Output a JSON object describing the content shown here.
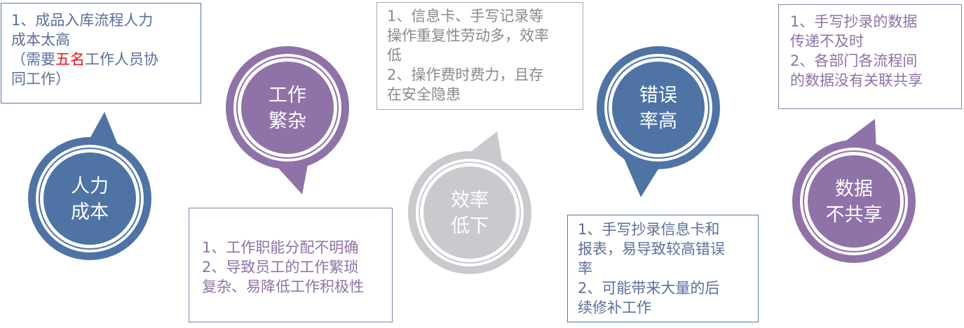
{
  "colors": {
    "blue": "#4e73a4",
    "purple": "#8f72a8",
    "gray": "#c9c9ce",
    "blue_border": "#5478a6",
    "purple_border": "#9679ad",
    "gray_border": "#a9a9a9",
    "box_text": "#5a6f9c",
    "highlight": "#e8141b"
  },
  "circles": [
    {
      "label": "人力\n成本"
    },
    {
      "label": "工作\n繁杂"
    },
    {
      "label": "效率\n低下"
    },
    {
      "label": "错误\n率高"
    },
    {
      "label": "数据\n不共享"
    }
  ],
  "boxes": {
    "manpower": {
      "before": "1、成品入库流程人力\n成本太高\n（需要",
      "highlight": "五名",
      "after": "工作人员协\n同工作）"
    },
    "complex": {
      "text": "1、工作职能分配不明确\n2、导致员工的工作繁琐\n复杂、易降低工作积极性"
    },
    "efficiency": {
      "text": "1、信息卡、手写记录等\n操作重复性劳动多，效率\n低\n2、操作费时费力，且存\n在安全隐患"
    },
    "error": {
      "text": "1、手写抄录信息卡和\n报表，易导致较高错误\n率\n2、可能带来大量的后\n续修补工作"
    },
    "sharing": {
      "text": "1、手写抄录的数据\n传递不及时\n2、各部门各流程间\n的数据没有关联共享"
    }
  }
}
